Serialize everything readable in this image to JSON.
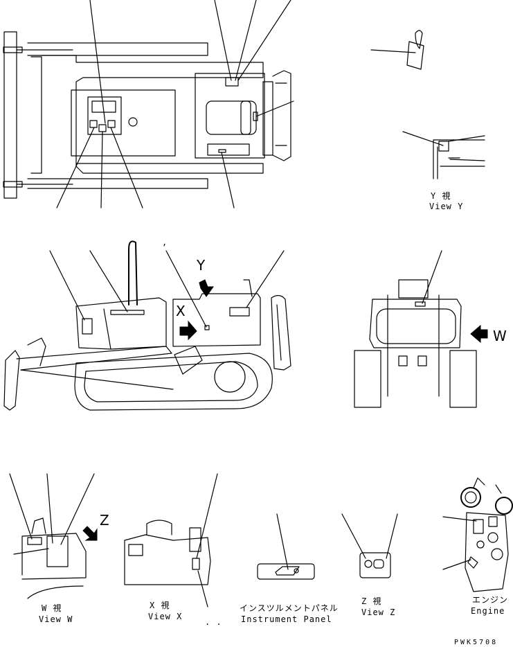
{
  "view_y": {
    "jp": "Y  視",
    "en": "View Y"
  },
  "view_w": {
    "jp": "W  視",
    "en": "View W"
  },
  "view_x": {
    "jp": "X  視",
    "en": "View X"
  },
  "view_z": {
    "jp": "Z  視",
    "en": "View Z"
  },
  "panel": {
    "jp": "インスツルメントパネル",
    "en": "Instrument Panel"
  },
  "engine": {
    "jp": "エンジン",
    "en": "Engine"
  },
  "arrows": {
    "y": "Y",
    "x": "X",
    "w": "W",
    "z": "Z"
  },
  "marks": {
    "comma": ",",
    "dots": ". ."
  },
  "drawing_code": "PWK5708"
}
